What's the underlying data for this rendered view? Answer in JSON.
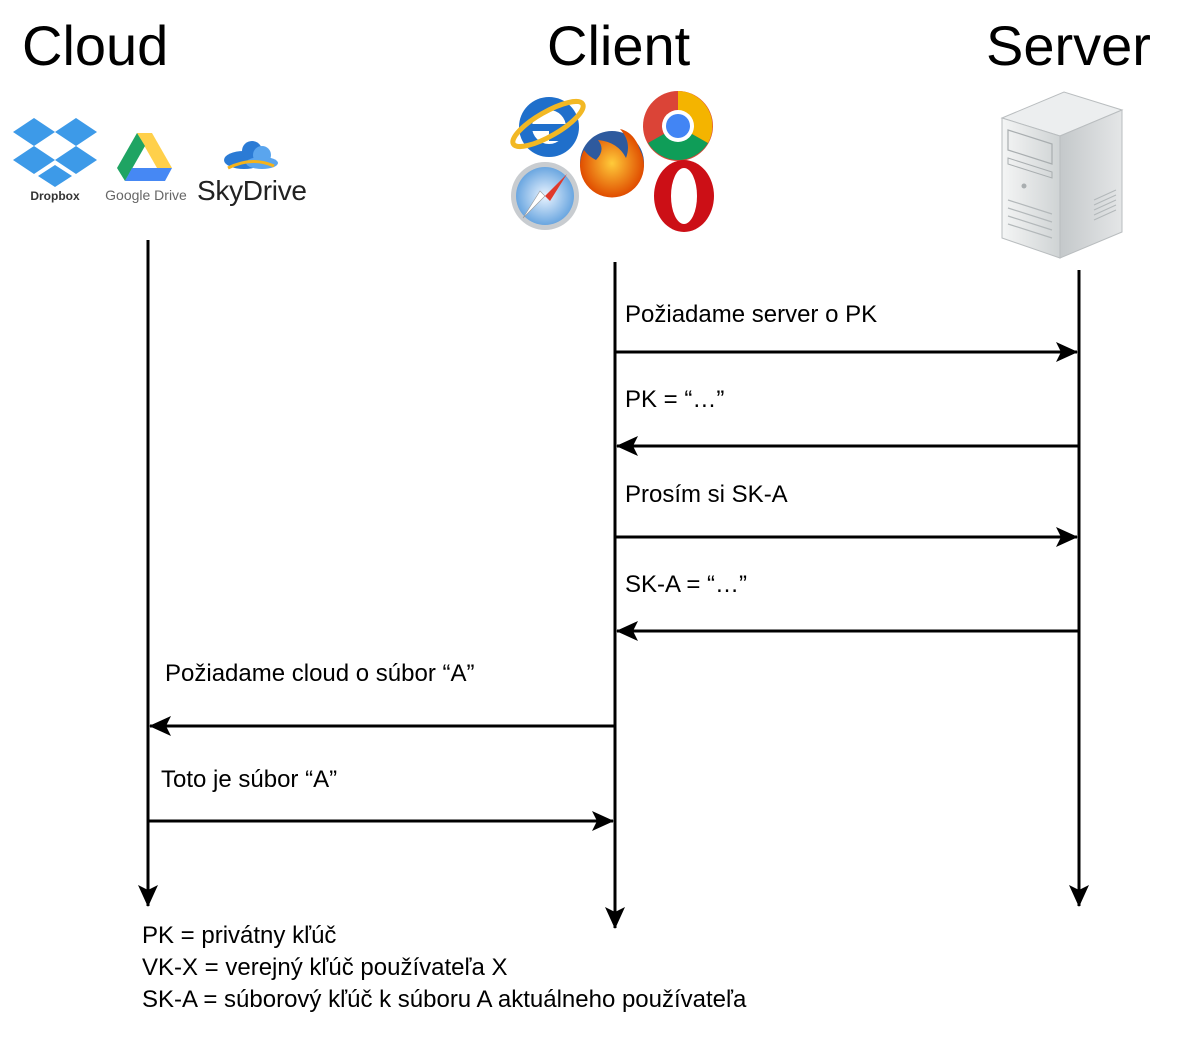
{
  "actors": {
    "cloud": {
      "title": "Cloud"
    },
    "client": {
      "title": "Client"
    },
    "server": {
      "title": "Server"
    }
  },
  "logos": {
    "dropbox": "Dropbox",
    "google_drive": "Google Drive",
    "skydrive": "SkyDrive"
  },
  "messages": [
    {
      "text": "Požiadame server o PK"
    },
    {
      "text": "PK = “…”"
    },
    {
      "text": "Prosím si SK-A"
    },
    {
      "text": "SK-A = “…”"
    },
    {
      "text": "Požiadame cloud o súbor “A”"
    },
    {
      "text": "Toto je súbor “A”"
    }
  ],
  "legend": [
    "PK = privátny kľúč",
    "VK-X = verejný kľúč používateľa X",
    "SK-A = súborový kľúč k súboru A aktuálneho používateľa"
  ],
  "colors": {
    "dropbox_blue": "#3d9ae8",
    "gdrive_green": "#1fa463",
    "gdrive_yellow": "#ffd04b",
    "gdrive_blue": "#4688f4",
    "chrome_red": "#db4437",
    "firefox_orange": "#e66000",
    "opera_red": "#cc0f16",
    "ie_blue": "#1f6fcb",
    "server_gray": "#d9dcdd"
  }
}
